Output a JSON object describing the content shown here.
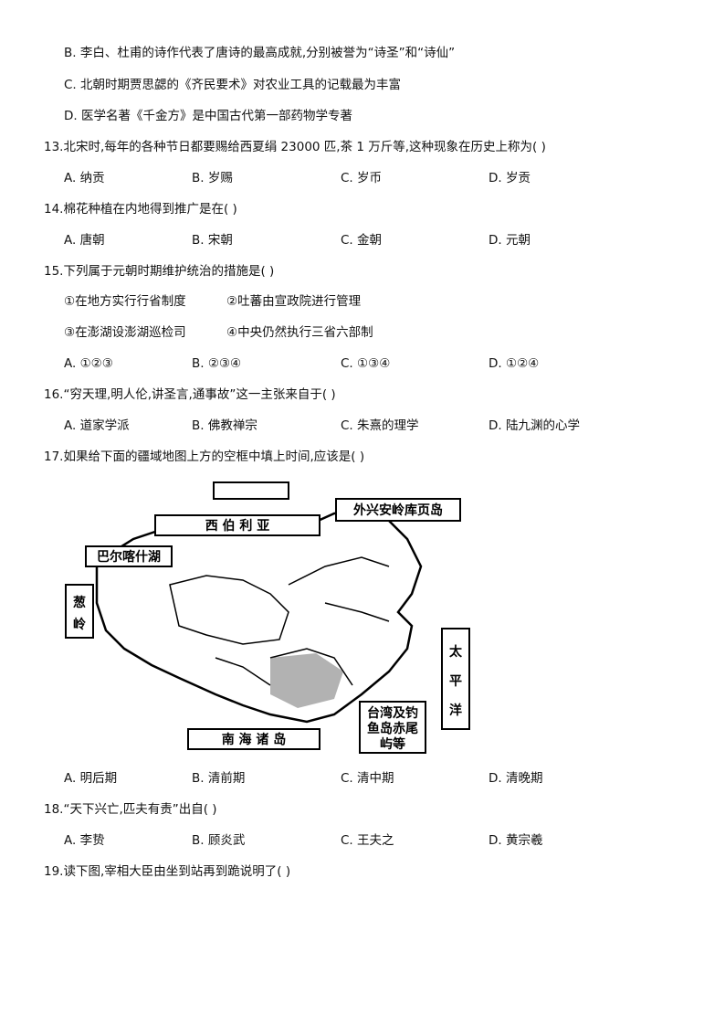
{
  "q12_options": {
    "B": "B. 李白、杜甫的诗作代表了唐诗的最高成就,分别被誉为“诗圣”和“诗仙”",
    "C": "C. 北朝时期贾思勰的《齐民要术》对农业工具的记载最为丰富",
    "D": "D. 医学名著《千金方》是中国古代第一部药物学专著"
  },
  "q13": {
    "stem": "13.北宋时,每年的各种节日都要赐给西夏绢 23000 匹,茶 1 万斤等,这种现象在历史上称为(    )",
    "options": [
      "A. 纳贡",
      "B. 岁赐",
      "C. 岁币",
      "D. 岁贡"
    ]
  },
  "q14": {
    "stem": "14.棉花种植在内地得到推广是在(    )",
    "options": [
      "A. 唐朝",
      "B. 宋朝",
      "C. 金朝",
      "D. 元朝"
    ]
  },
  "q15": {
    "stem": "15.下列属于元朝时期维护统治的措施是(    )",
    "items": [
      "①在地方实行行省制度",
      "②吐蕃由宣政院进行管理",
      "③在澎湖设澎湖巡检司",
      "④中央仍然执行三省六部制"
    ],
    "options": [
      "A. ①②③",
      "B. ②③④",
      "C. ①③④",
      "D. ①②④"
    ]
  },
  "q16": {
    "stem": "16.“穷天理,明人伦,讲圣言,通事故”这一主张来自于(    )",
    "options": [
      "A. 道家学派",
      "B. 佛教禅宗",
      "C. 朱熹的理学",
      "D. 陆九渊的心学"
    ]
  },
  "q17": {
    "stem": "17.如果给下面的疆域地图上方的空框中填上时间,应该是(    )",
    "map_labels": {
      "siberia": "西  伯  利  亚",
      "khingan": "外兴安岭库页岛",
      "balkhash": "巴尔喀什湖",
      "pamir1": "葱",
      "pamir2": "岭",
      "pacific1": "太",
      "pacific2": "平",
      "pacific3": "洋",
      "taiwan1": "台湾及钓",
      "taiwan2": "鱼岛赤尾",
      "taiwan3": "屿等",
      "south_sea": "南  海  诸  岛"
    },
    "options": [
      "A. 明后期",
      "B. 清前期",
      "C. 清中期",
      "D. 清晚期"
    ]
  },
  "q18": {
    "stem": "18.“天下兴亡,匹夫有责”出自(    )",
    "options": [
      "A. 李贽",
      "B. 顾炎武",
      "C. 王夫之",
      "D. 黄宗羲"
    ]
  },
  "q19": {
    "stem": "19.读下图,宰相大臣由坐到站再到跪说明了(    )"
  }
}
